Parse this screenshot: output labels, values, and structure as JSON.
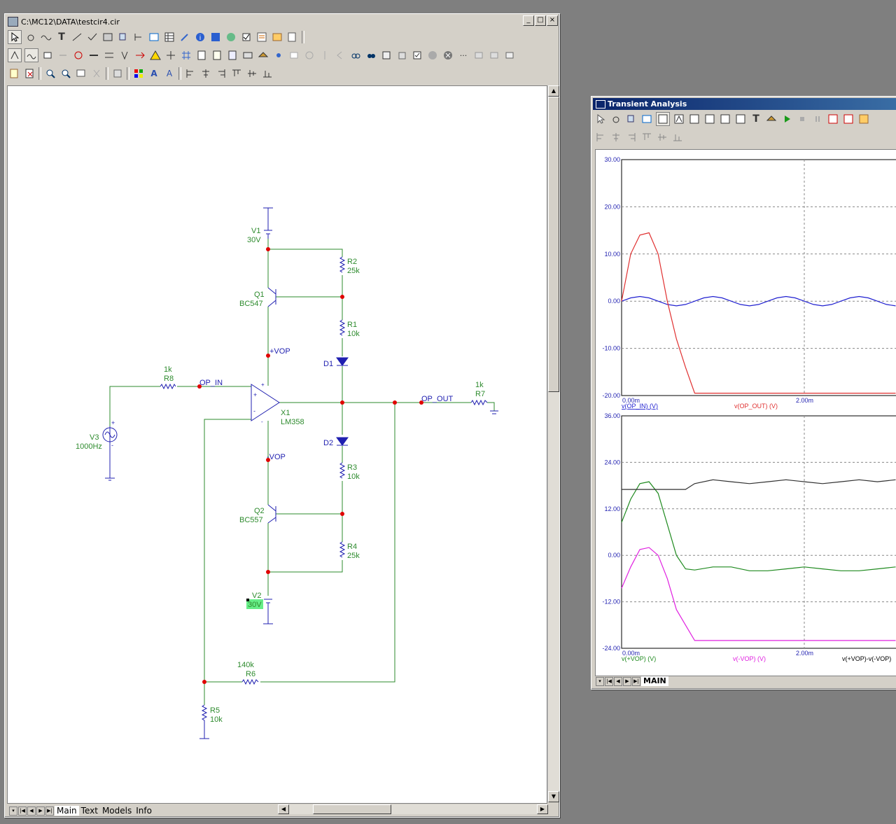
{
  "schematic_window": {
    "title": "C:\\MC12\\DATA\\testcir4.cir",
    "tabs": [
      "Main",
      "Text",
      "Models",
      "Info"
    ],
    "active_tab": "Main"
  },
  "schematic": {
    "components": {
      "v1_name": "V1",
      "v1_value": "30V",
      "r2_name": "R2",
      "r2_value": "25k",
      "q1_name": "Q1",
      "q1_model": "BC547",
      "r1_name": "R1",
      "r1_value": "10k",
      "vop_plus": "+VOP",
      "d1_name": "D1",
      "r8_value": "1k",
      "r8_name": "R8",
      "op_in": "OP_IN",
      "x1_name": "X1",
      "x1_model": "LM358",
      "op_out": "OP_OUT",
      "r7_value": "1k",
      "r7_name": "R7",
      "v3_name": "V3",
      "v3_value": "1000Hz",
      "d2_name": "D2",
      "vop_minus": "-VOP",
      "r3_name": "R3",
      "r3_value": "10k",
      "q2_name": "Q2",
      "q2_model": "BC557",
      "r4_name": "R4",
      "r4_value": "25k",
      "v2_name": "V2",
      "v2_value": "30V",
      "r6_value": "140k",
      "r6_name": "R6",
      "r5_name": "R5",
      "r5_value": "10k",
      "opamp_plus": "+",
      "opamp_minus": "-"
    },
    "colors": {
      "wire": "#2e8b2e",
      "symbol": "#1f1fb0",
      "node": "#e00000",
      "highlight": "#66ee88"
    }
  },
  "analysis_window": {
    "title": "Transient Analysis",
    "tab": "MAIN"
  },
  "chart_data": [
    {
      "type": "line",
      "ylim": [
        -20,
        30
      ],
      "yticks": [
        "30.00",
        "20.00",
        "10.00",
        "0.00",
        "-10.00",
        "-20.00"
      ],
      "xticks": [
        "0.00m",
        "2.00m"
      ],
      "grid": true,
      "legend": [
        "v(OP_IN) (V)",
        "v(OP_OUT) (V)"
      ],
      "series": [
        {
          "name": "v(OP_IN) (V)",
          "color": "#2020d0",
          "x": [
            0,
            0.1,
            0.2,
            0.3,
            0.4,
            0.5,
            0.6,
            0.7,
            0.8,
            0.9,
            1.0,
            1.1,
            1.2,
            1.3,
            1.4,
            1.5,
            1.6,
            1.7,
            1.8,
            1.9,
            2.0,
            2.1,
            2.2,
            2.3,
            2.4,
            2.5,
            2.6,
            2.7,
            2.8,
            2.9,
            3.0
          ],
          "y": [
            0,
            0.7,
            1.0,
            0.7,
            0,
            -0.7,
            -1.0,
            -0.7,
            0,
            0.7,
            1.0,
            0.7,
            0,
            -0.7,
            -1.0,
            -0.7,
            0,
            0.7,
            1.0,
            0.7,
            0,
            -0.7,
            -1.0,
            -0.7,
            0,
            0.7,
            1.0,
            0.7,
            0,
            -0.7,
            -1.0
          ]
        },
        {
          "name": "v(OP_OUT) (V)",
          "color": "#e03030",
          "x": [
            0,
            0.1,
            0.2,
            0.3,
            0.4,
            0.5,
            0.6,
            0.7,
            0.8,
            1.0,
            1.5,
            2.0,
            2.5,
            3.0
          ],
          "y": [
            0,
            10,
            14,
            14.5,
            10,
            0,
            -8,
            -14,
            -19.5,
            -19.5,
            -19.5,
            -19.5,
            -19.5,
            -19.5
          ]
        }
      ]
    },
    {
      "type": "line",
      "ylim": [
        -24,
        36
      ],
      "yticks": [
        "36.00",
        "24.00",
        "12.00",
        "0.00",
        "-12.00",
        "-24.00"
      ],
      "xticks": [
        "0.00m",
        "2.00m"
      ],
      "grid": true,
      "legend": [
        "v(+VOP) (V)",
        "v(-VOP) (V)",
        "v(+VOP)-v(-VOP)"
      ],
      "series": [
        {
          "name": "v(+VOP) (V)",
          "color": "#1f8a1f",
          "x": [
            0,
            0.1,
            0.2,
            0.3,
            0.4,
            0.5,
            0.6,
            0.7,
            0.8,
            1.0,
            1.2,
            1.4,
            1.6,
            1.8,
            2.0,
            2.2,
            2.4,
            2.6,
            2.8,
            3.0
          ],
          "y": [
            8.5,
            14.5,
            18.5,
            19,
            16,
            8,
            0,
            -3.5,
            -3.8,
            -3,
            -3,
            -4,
            -4,
            -3.5,
            -3,
            -3.5,
            -4,
            -4,
            -3.5,
            -3
          ]
        },
        {
          "name": "v(-VOP) (V)",
          "color": "#e020e0",
          "x": [
            0,
            0.1,
            0.2,
            0.3,
            0.4,
            0.5,
            0.6,
            0.7,
            0.8,
            1.0,
            1.5,
            2.0,
            2.5,
            3.0
          ],
          "y": [
            -8.5,
            -3,
            1.5,
            2,
            0,
            -6,
            -14,
            -18,
            -22,
            -22,
            -22,
            -22,
            -22,
            -22
          ]
        },
        {
          "name": "v(+VOP)-v(-VOP)",
          "color": "#303030",
          "x": [
            0,
            0.2,
            0.4,
            0.6,
            0.7,
            0.8,
            1.0,
            1.2,
            1.4,
            1.6,
            1.8,
            2.0,
            2.2,
            2.4,
            2.6,
            2.8,
            3.0
          ],
          "y": [
            17,
            17,
            17,
            17,
            17,
            18.5,
            19.5,
            19,
            18.5,
            19,
            19.5,
            19,
            18.5,
            19,
            19.5,
            19,
            19.5
          ]
        }
      ]
    }
  ]
}
